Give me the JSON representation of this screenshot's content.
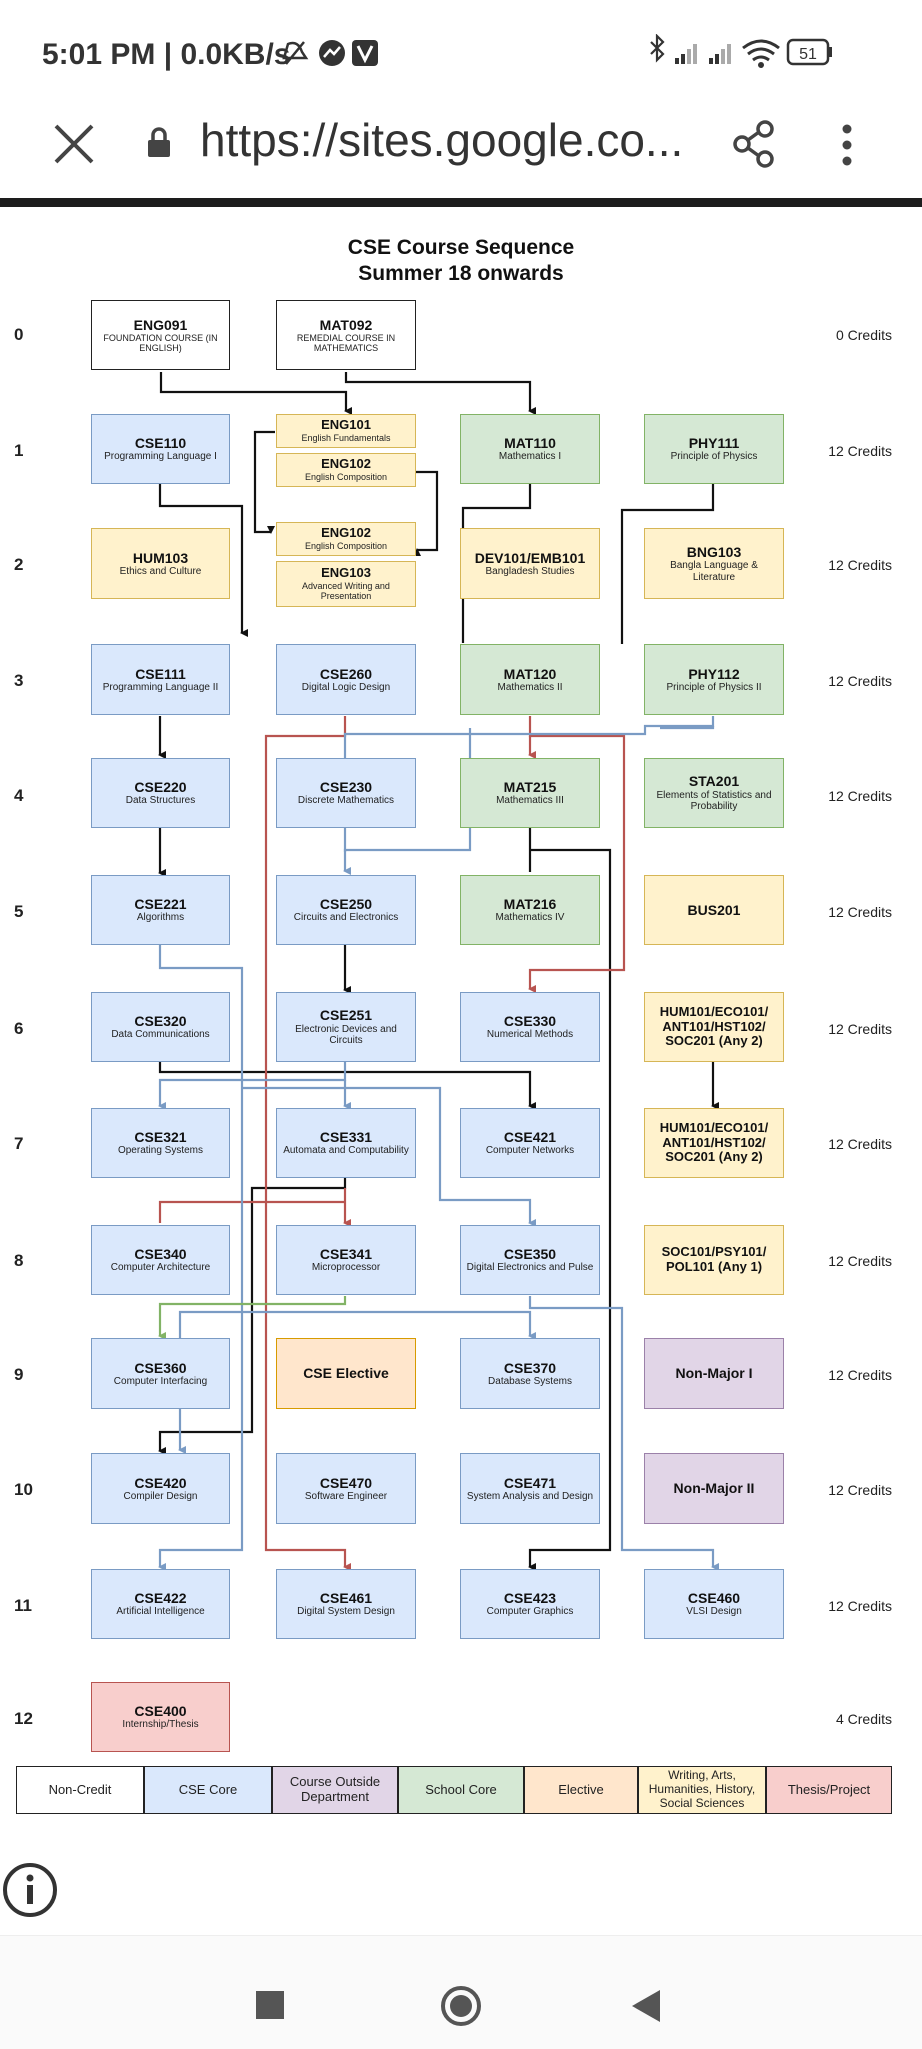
{
  "status_bar": {
    "time": "5:01 PM | 0.0KB/s",
    "battery": "51"
  },
  "browser": {
    "url": "https://sites.google.co..."
  },
  "diagram": {
    "title_line1": "CSE Course Sequence",
    "title_line2": "Summer 18 onwards",
    "rows": [
      {
        "num": "0",
        "credits": "0 Credits"
      },
      {
        "num": "1",
        "credits": "12 Credits"
      },
      {
        "num": "2",
        "credits": "12 Credits"
      },
      {
        "num": "3",
        "credits": "12 Credits"
      },
      {
        "num": "4",
        "credits": "12 Credits"
      },
      {
        "num": "5",
        "credits": "12 Credits"
      },
      {
        "num": "6",
        "credits": "12 Credits"
      },
      {
        "num": "7",
        "credits": "12 Credits"
      },
      {
        "num": "8",
        "credits": "12 Credits"
      },
      {
        "num": "9",
        "credits": "12 Credits"
      },
      {
        "num": "10",
        "credits": "12 Credits"
      },
      {
        "num": "11",
        "credits": "12 Credits"
      },
      {
        "num": "12",
        "credits": "4 Credits"
      }
    ],
    "courses": {
      "eng091": {
        "code": "ENG091",
        "name": "FOUNDATION COURSE (IN ENGLISH)"
      },
      "mat092": {
        "code": "MAT092",
        "name": "REMEDIAL COURSE IN MATHEMATICS"
      },
      "cse110": {
        "code": "CSE110",
        "name": "Programming Language I"
      },
      "eng101": {
        "code": "ENG101",
        "name": "English Fundamentals"
      },
      "eng102a": {
        "code": "ENG102",
        "name": "English Composition"
      },
      "mat110": {
        "code": "MAT110",
        "name": "Mathematics I"
      },
      "phy111": {
        "code": "PHY111",
        "name": "Principle of Physics"
      },
      "hum103": {
        "code": "HUM103",
        "name": "Ethics and Culture"
      },
      "eng102b": {
        "code": "ENG102",
        "name": "English Composition"
      },
      "eng103": {
        "code": "ENG103",
        "name": "Advanced Writing and Presentation"
      },
      "dev101": {
        "code": "DEV101/EMB101",
        "name": "Bangladesh Studies"
      },
      "bng103": {
        "code": "BNG103",
        "name": "Bangla Language & Literature"
      },
      "cse111": {
        "code": "CSE111",
        "name": "Programming Language II"
      },
      "cse260": {
        "code": "CSE260",
        "name": "Digital Logic Design"
      },
      "mat120": {
        "code": "MAT120",
        "name": "Mathematics II"
      },
      "phy112": {
        "code": "PHY112",
        "name": "Principle of Physics II"
      },
      "cse220": {
        "code": "CSE220",
        "name": "Data Structures"
      },
      "cse230": {
        "code": "CSE230",
        "name": "Discrete Mathematics"
      },
      "mat215": {
        "code": "MAT215",
        "name": "Mathematics III"
      },
      "sta201": {
        "code": "STA201",
        "name": "Elements of Statistics and Probability"
      },
      "cse221": {
        "code": "CSE221",
        "name": "Algorithms"
      },
      "cse250": {
        "code": "CSE250",
        "name": "Circuits and Electronics"
      },
      "mat216": {
        "code": "MAT216",
        "name": "Mathematics IV"
      },
      "bus201": {
        "code": "BUS201",
        "name": ""
      },
      "cse320": {
        "code": "CSE320",
        "name": "Data Communications"
      },
      "cse251": {
        "code": "CSE251",
        "name": "Electronic Devices and Circuits"
      },
      "cse330": {
        "code": "CSE330",
        "name": "Numerical Methods"
      },
      "hum101a": {
        "code": "HUM101/ECO101/ ANT101/HST102/ SOC201 (Any 2)",
        "name": ""
      },
      "cse321": {
        "code": "CSE321",
        "name": "Operating Systems"
      },
      "cse331": {
        "code": "CSE331",
        "name": "Automata and Computability"
      },
      "cse421": {
        "code": "CSE421",
        "name": "Computer Networks"
      },
      "hum101b": {
        "code": "HUM101/ECO101/ ANT101/HST102/ SOC201 (Any 2)",
        "name": ""
      },
      "cse340": {
        "code": "CSE340",
        "name": "Computer Architecture"
      },
      "cse341": {
        "code": "CSE341",
        "name": "Microprocessor"
      },
      "cse350": {
        "code": "CSE350",
        "name": "Digital Electronics and Pulse"
      },
      "soc101": {
        "code": "SOC101/PSY101/ POL101 (Any 1)",
        "name": ""
      },
      "cse360": {
        "code": "CSE360",
        "name": "Computer Interfacing"
      },
      "elective": {
        "code": "CSE Elective",
        "name": ""
      },
      "cse370": {
        "code": "CSE370",
        "name": "Database Systems"
      },
      "nonmajor1": {
        "code": "Non-Major I",
        "name": ""
      },
      "cse420": {
        "code": "CSE420",
        "name": "Compiler Design"
      },
      "cse470": {
        "code": "CSE470",
        "name": "Software Engineer"
      },
      "cse471": {
        "code": "CSE471",
        "name": "System Analysis and Design"
      },
      "nonmajor2": {
        "code": "Non-Major II",
        "name": ""
      },
      "cse422": {
        "code": "CSE422",
        "name": "Artificial Intelligence"
      },
      "cse461": {
        "code": "CSE461",
        "name": "Digital System Design"
      },
      "cse423": {
        "code": "CSE423",
        "name": "Computer Graphics"
      },
      "cse460": {
        "code": "CSE460",
        "name": "VLSI Design"
      },
      "cse400": {
        "code": "CSE400",
        "name": "Internship/Thesis"
      }
    },
    "legend": [
      {
        "label": "Non-Credit"
      },
      {
        "label": "CSE Core"
      },
      {
        "label": "Course Outside Department"
      },
      {
        "label": "School Core"
      },
      {
        "label": "Elective"
      },
      {
        "label": "Writing, Arts, Humanities, History, Social Sciences"
      },
      {
        "label": "Thesis/Project"
      }
    ],
    "colors": {
      "non_credit": "#ffffff",
      "cse_core": "#dae8fc",
      "outside_dept": "#e1d5e7",
      "school_core": "#d5e8d4",
      "elective": "#ffe6cc",
      "writing_arts": "#fff2cc",
      "thesis": "#f8cecc",
      "arrow_black": "#111111",
      "arrow_red": "#b85450",
      "arrow_blue": "#7a9bc4",
      "arrow_green": "#82b366"
    }
  }
}
